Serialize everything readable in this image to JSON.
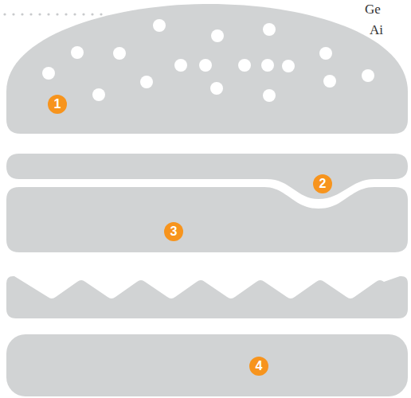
{
  "diagram": {
    "labels": [
      "Ge",
      "Ai",
      "1",
      "2",
      "3",
      "4"
    ]
  }
}
